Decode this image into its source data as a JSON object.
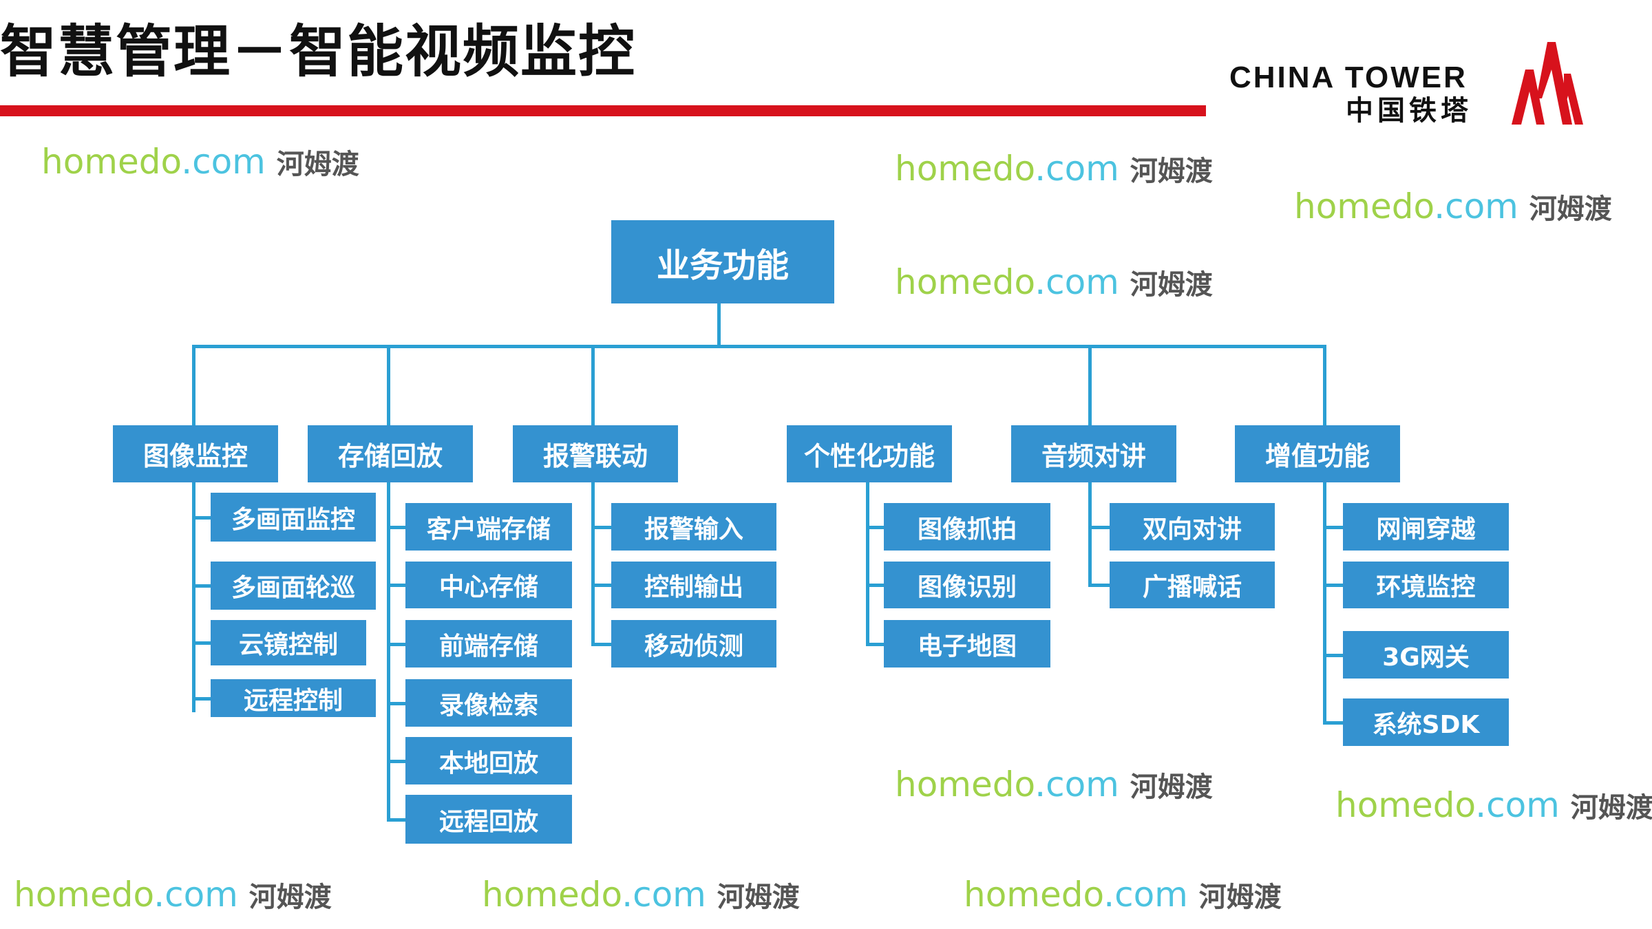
{
  "header": {
    "title": "智慧管理－智能视频监控",
    "logo_en": "CHINA TOWER",
    "logo_cn": "中国铁塔"
  },
  "colors": {
    "box": "#3492d0",
    "line": "#2a9fd3",
    "accent_red": "#d7121c"
  },
  "diagram": {
    "root": "业务功能",
    "groups": [
      {
        "label": "图像监控",
        "children": [
          "多画面监控",
          "多画面轮巡",
          "云镜控制",
          "远程控制"
        ]
      },
      {
        "label": "存储回放",
        "children": [
          "客户端存储",
          "中心存储",
          "前端存储",
          "录像检索",
          "本地回放",
          "远程回放"
        ]
      },
      {
        "label": "报警联动",
        "children": [
          "报警输入",
          "控制输出",
          "移动侦测"
        ]
      },
      {
        "label": "个性化功能",
        "children": [
          "图像抓拍",
          "图像识别",
          "电子地图"
        ]
      },
      {
        "label": "音频对讲",
        "children": [
          "双向对讲",
          "广播喊话"
        ]
      },
      {
        "label": "增值功能",
        "children": [
          "网闸穿越",
          "环境监控",
          "3G网关",
          "系统SDK"
        ]
      }
    ]
  },
  "watermark": {
    "site": "homedo",
    "domain": ".com",
    "cn": "河姆渡"
  }
}
